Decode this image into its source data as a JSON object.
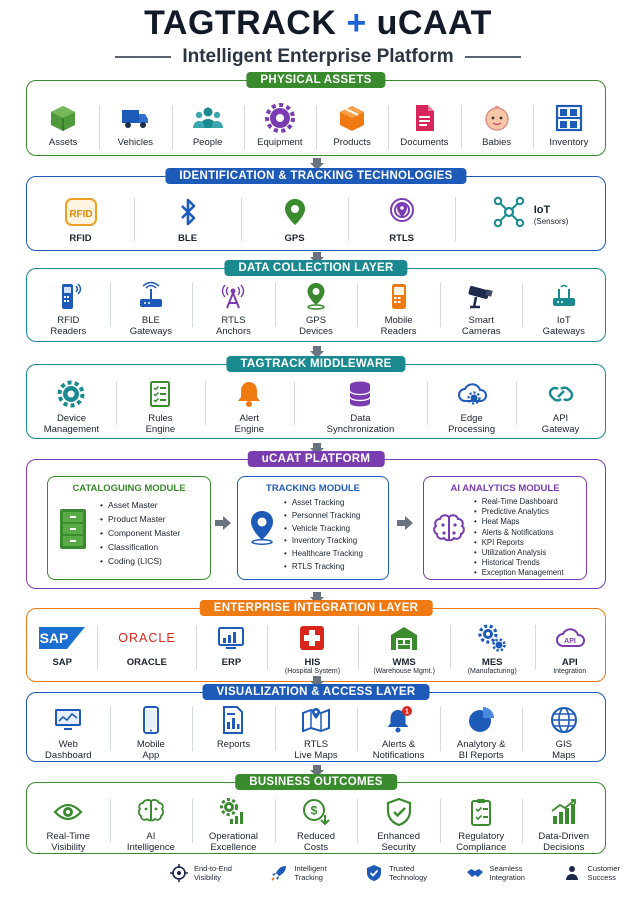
{
  "header": {
    "title_a": "TAGTRACK",
    "title_plus": "+",
    "title_b": "uCAAT",
    "subtitle": "Intelligent Enterprise Platform"
  },
  "colors": {
    "green": "#3a8a2e",
    "blue": "#1e5bb8",
    "teal": "#1a8a90",
    "purple": "#7a3db0",
    "orange": "#f07a12",
    "navy": "#1d2a4a"
  },
  "physical_assets": {
    "title": "PHYSICAL ASSETS",
    "items": [
      {
        "label": "Assets",
        "icon": "box-icon"
      },
      {
        "label": "Vehicles",
        "icon": "truck-icon"
      },
      {
        "label": "People",
        "icon": "people-icon"
      },
      {
        "label": "Equipment",
        "icon": "gear-icon"
      },
      {
        "label": "Products",
        "icon": "package-icon"
      },
      {
        "label": "Documents",
        "icon": "document-icon"
      },
      {
        "label": "Babies",
        "icon": "baby-icon"
      },
      {
        "label": "Inventory",
        "icon": "shelves-icon"
      }
    ]
  },
  "identification": {
    "title": "IDENTIFICATION & TRACKING TECHNOLOGIES",
    "items": [
      {
        "label": "RFID",
        "icon": "rfid-icon",
        "badge": "RFID"
      },
      {
        "label": "BLE",
        "icon": "bluetooth-icon"
      },
      {
        "label": "GPS",
        "icon": "location-pin-icon"
      },
      {
        "label": "RTLS",
        "icon": "rtls-icon"
      },
      {
        "label": "IoT",
        "sub": "(Sensors)",
        "icon": "iot-network-icon"
      }
    ]
  },
  "data_collection": {
    "title": "DATA COLLECTION LAYER",
    "items": [
      {
        "label": "RFID\nReaders",
        "l1": "RFID",
        "l2": "Readers",
        "icon": "handheld-reader-icon"
      },
      {
        "l1": "BLE",
        "l2": "Gateways",
        "icon": "router-icon"
      },
      {
        "l1": "RTLS",
        "l2": "Anchors",
        "icon": "antenna-icon"
      },
      {
        "l1": "GPS",
        "l2": "Devices",
        "icon": "gps-device-icon"
      },
      {
        "l1": "Mobile",
        "l2": "Readers",
        "icon": "mobile-reader-icon"
      },
      {
        "l1": "Smart",
        "l2": "Cameras",
        "icon": "camera-icon"
      },
      {
        "l1": "IoT",
        "l2": "Gateways",
        "icon": "iot-gateway-icon"
      }
    ]
  },
  "middleware": {
    "title": "TAGTRACK MIDDLEWARE",
    "items": [
      {
        "l1": "Device",
        "l2": "Management",
        "icon": "device-gear-icon"
      },
      {
        "l1": "Rules",
        "l2": "Engine",
        "icon": "rules-list-icon"
      },
      {
        "l1": "Alert",
        "l2": "Engine",
        "icon": "bell-icon"
      },
      {
        "l1": "Data",
        "l2": "Synchronization",
        "icon": "database-sync-icon"
      },
      {
        "l1": "Edge",
        "l2": "Processing",
        "icon": "cloud-gear-icon"
      },
      {
        "l1": "API",
        "l2": "Gateway",
        "icon": "api-link-icon"
      }
    ]
  },
  "platform": {
    "title": "uCAAT PLATFORM",
    "cataloguing": {
      "title": "CATALOGUING MODULE",
      "items": [
        "Asset Master",
        "Product Master",
        "Component Master",
        "Classification",
        "Coding (LICS)"
      ]
    },
    "tracking": {
      "title": "TRACKING MODULE",
      "items": [
        "Asset Tracking",
        "Personnel Tracking",
        "Vehicle Tracking",
        "Inventory Tracking",
        "Healthcare Tracking",
        "RTLS Tracking"
      ]
    },
    "analytics": {
      "title": "AI ANALYTICS MODULE",
      "items": [
        "Real-Time Dashboard",
        "Predictive Analytics",
        "Heat Maps",
        "Alerts & Notifications",
        "KPI Reports",
        "Utilization Analysis",
        "Historical Trends",
        "Exception Management"
      ]
    }
  },
  "integration": {
    "title": "ENTERPRISE INTEGRATION LAYER",
    "items": [
      {
        "l1": "SAP",
        "icon": "sap-logo-icon",
        "logo": "SAP"
      },
      {
        "l1": "ORACLE",
        "icon": "oracle-logo-icon",
        "logo": "ORACLE"
      },
      {
        "l1": "ERP",
        "icon": "erp-chart-icon"
      },
      {
        "l1": "HIS",
        "l2": "(Hospital System)",
        "icon": "hospital-cross-icon"
      },
      {
        "l1": "WMS",
        "l2": "(Warehouse Mgmt.)",
        "icon": "warehouse-icon"
      },
      {
        "l1": "MES",
        "l2": "(Manufacturing)",
        "icon": "mes-gears-icon"
      },
      {
        "l1": "API",
        "l2": "Integration",
        "icon": "api-cloud-icon",
        "badge": "API"
      }
    ]
  },
  "visualization": {
    "title": "VISUALIZATION & ACCESS LAYER",
    "items": [
      {
        "l1": "Web",
        "l2": "Dashboard",
        "icon": "monitor-icon"
      },
      {
        "l1": "Mobile",
        "l2": "App",
        "icon": "smartphone-icon"
      },
      {
        "l1": "Reports",
        "l2": "",
        "icon": "report-icon"
      },
      {
        "l1": "RTLS",
        "l2": "Live Maps",
        "icon": "map-icon"
      },
      {
        "l1": "Alerts &",
        "l2": "Notifications",
        "icon": "alert-bell-icon",
        "badge": "1"
      },
      {
        "l1": "Analytory &",
        "l2": "BI Reports",
        "icon": "pie-chart-icon"
      },
      {
        "l1": "GIS",
        "l2": "Maps",
        "icon": "globe-icon"
      }
    ]
  },
  "outcomes": {
    "title": "BUSINESS OUTCOMES",
    "items": [
      {
        "l1": "Real-Time",
        "l2": "Visibility",
        "icon": "eye-icon"
      },
      {
        "l1": "AI",
        "l2": "Intelligence",
        "icon": "ai-brain-icon"
      },
      {
        "l1": "Operational",
        "l2": "Excellence",
        "icon": "gear-chart-icon"
      },
      {
        "l1": "Reduced",
        "l2": "Costs",
        "icon": "dollar-down-icon"
      },
      {
        "l1": "Enhanced",
        "l2": "Security",
        "icon": "shield-check-icon"
      },
      {
        "l1": "Regulatory",
        "l2": "Compliance",
        "icon": "clipboard-check-icon"
      },
      {
        "l1": "Data-Driven",
        "l2": "Decisions",
        "icon": "growth-chart-icon"
      }
    ]
  },
  "footer": [
    {
      "l1": "End-to-End",
      "l2": "Visibility",
      "icon": "crosshair-icon"
    },
    {
      "l1": "Intelligent",
      "l2": "Tracking",
      "icon": "rocket-icon"
    },
    {
      "l1": "Trusted",
      "l2": "Technology",
      "icon": "shield-check-icon"
    },
    {
      "l1": "Seamless",
      "l2": "Integration",
      "icon": "handshake-icon"
    },
    {
      "l1": "Customer",
      "l2": "Success",
      "icon": "users-icon"
    }
  ]
}
